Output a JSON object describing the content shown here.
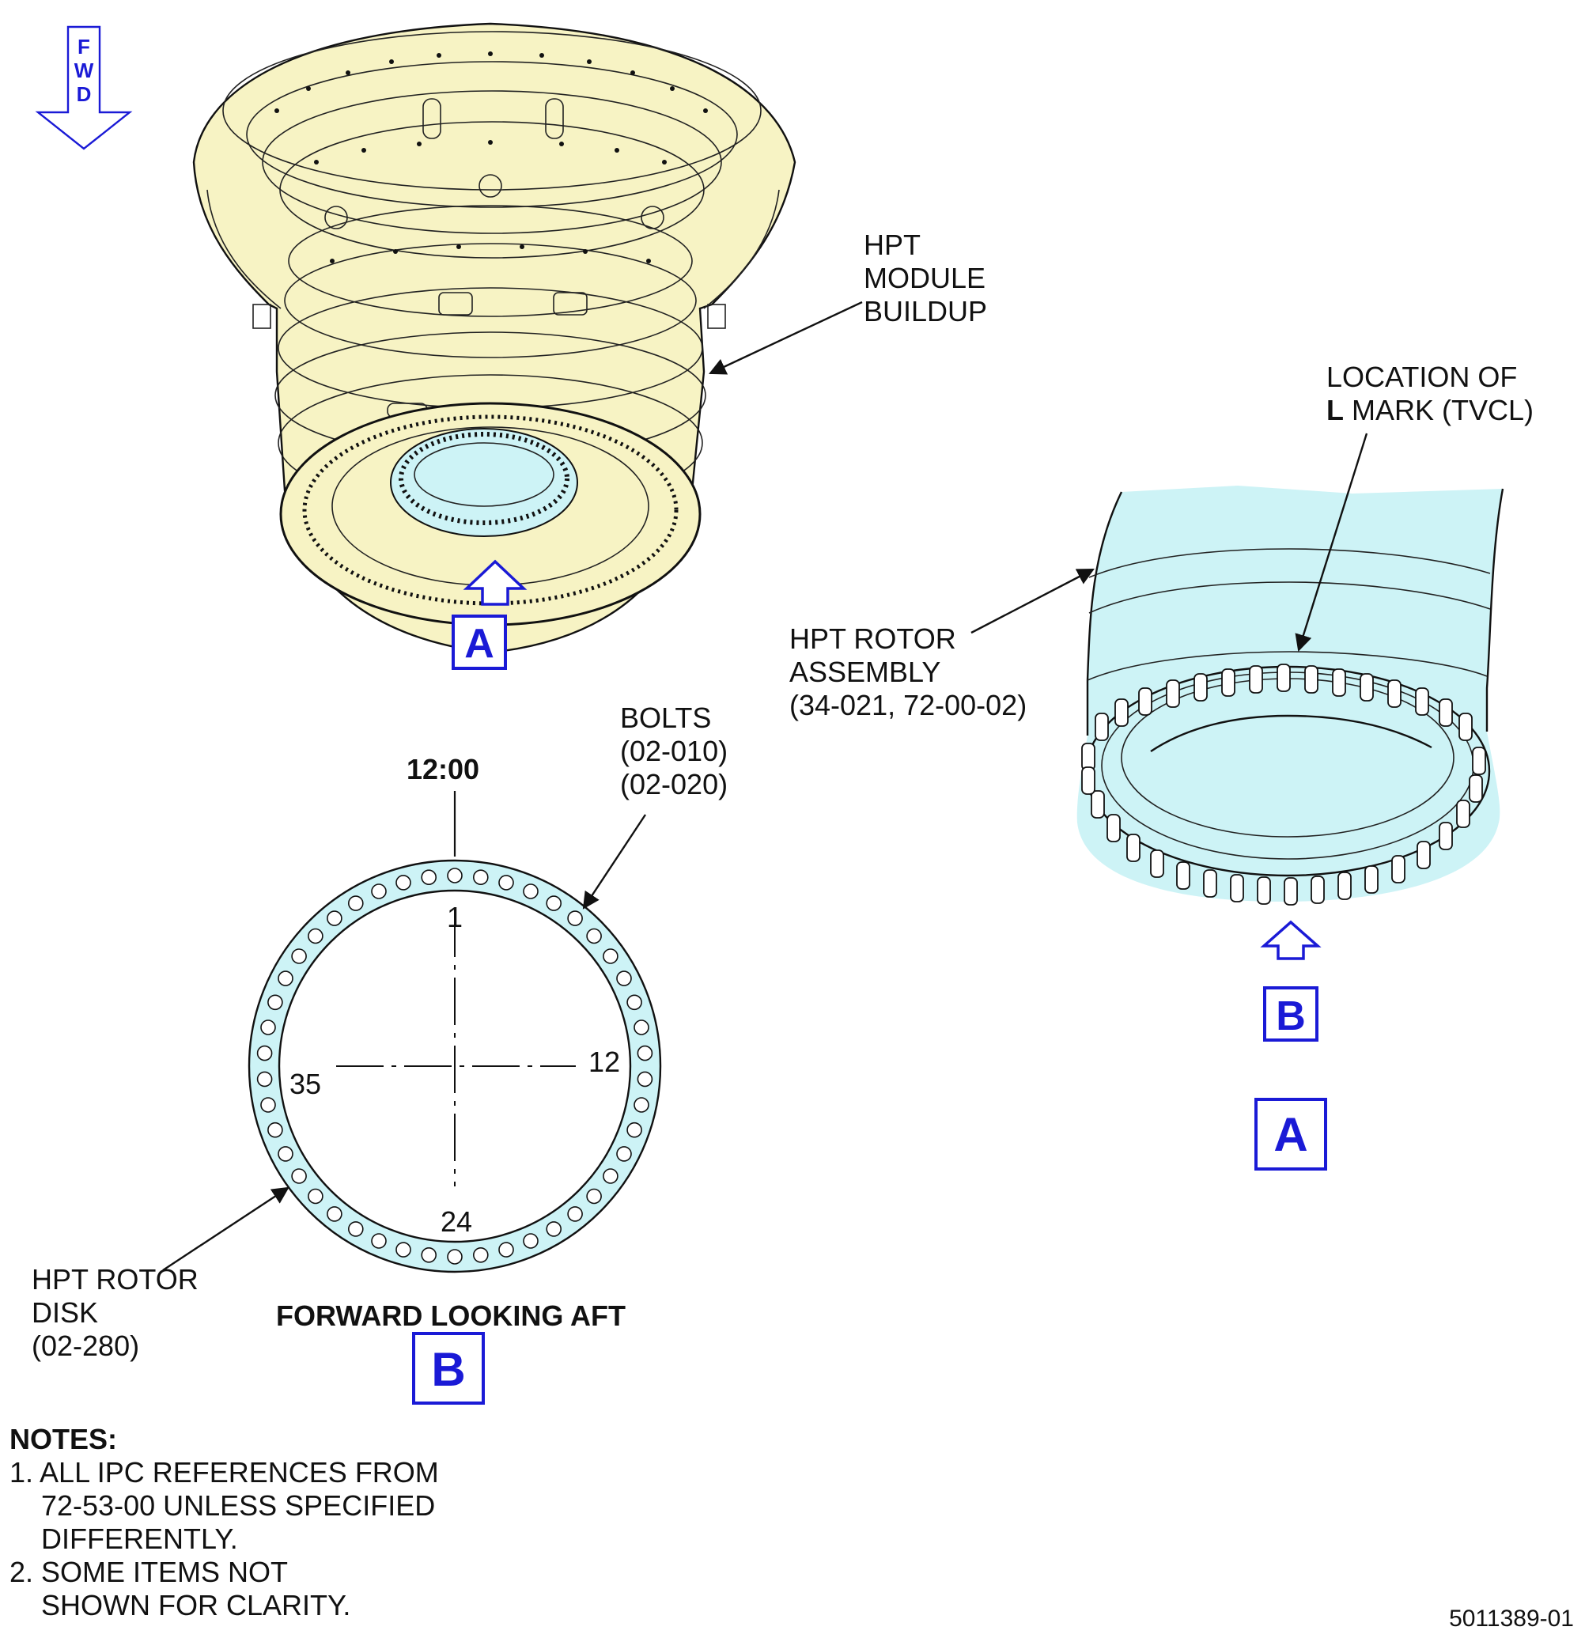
{
  "fwd_indicator": [
    "F",
    "W",
    "D"
  ],
  "labels": {
    "hpt_module": [
      "HPT",
      "MODULE",
      "BUILDUP"
    ],
    "location_of": "LOCATION OF",
    "l_mark_bold": "L",
    "l_mark_rest": " MARK (TVCL)",
    "hpt_rotor_assembly": [
      "HPT ROTOR",
      "ASSEMBLY",
      "(34-021, 72-00-02)"
    ],
    "bolts": [
      "BOLTS",
      "(02-010)",
      "(02-020)"
    ],
    "clock": "12:00",
    "disk_positions": {
      "top": "1",
      "right": "12",
      "bottom": "24",
      "left": "35"
    },
    "hpt_rotor_disk": [
      "HPT ROTOR",
      "DISK",
      "(02-280)"
    ],
    "view_caption": "FORWARD LOOKING AFT"
  },
  "callouts": {
    "a_module": "A",
    "b_rotor": "B",
    "a_view_title": "A",
    "b_view_title": "B"
  },
  "notes": {
    "title": "NOTES:",
    "items": [
      [
        "1. ALL IPC REFERENCES FROM",
        "72-53-00 UNLESS SPECIFIED",
        "DIFFERENTLY."
      ],
      [
        "2. SOME ITEMS NOT",
        "SHOWN FOR CLARITY."
      ]
    ]
  },
  "figure_number": "5011389-01",
  "colors": {
    "module_fill": "#f7f3c4",
    "rotor_fill": "#cdf3f6",
    "callout_blue": "#1a1ad6",
    "line": "#111111"
  }
}
